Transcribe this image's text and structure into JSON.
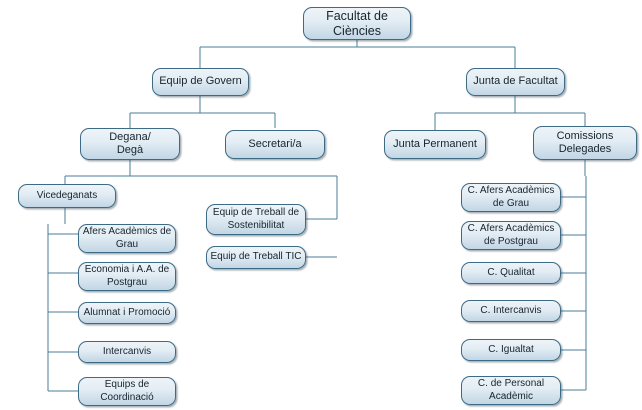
{
  "diagram": {
    "title": "Organigrama Facultat de Ciencies",
    "background_color": "#ffffff",
    "node_border_color": "#3d6a84",
    "node_fill_top": "#eef4f8",
    "node_fill_bottom": "#c2d6e5",
    "connector_color": "#4a7c99",
    "text_color": "#16242e"
  },
  "nodes": {
    "root": {
      "label": "Facultat de Ciències"
    },
    "equip_govern": {
      "label": "Equip de Govern"
    },
    "junta_facultat": {
      "label": "Junta de Facultat"
    },
    "degana": {
      "label": "Degana/ Degà",
      "line1": "Degana/",
      "line2": "Degà"
    },
    "secretari": {
      "label": "Secretari/a"
    },
    "junta_permanent": {
      "label": "Junta Permanent"
    },
    "comissions_delegades": {
      "label": "Comissions Delegades",
      "line1": "Comissions",
      "line2": "Delegades"
    },
    "vicedeganats": {
      "label": "Vicedeganats"
    },
    "equip_sostenibilitat": {
      "label": "Equip de Treball de Sostenibilitat",
      "line1": "Equip de Treball de",
      "line2": "Sostenibilitat"
    },
    "equip_tic": {
      "label": "Equip de Treball TIC"
    }
  },
  "vicedeganats_items": [
    {
      "label": "Afers Acadèmics de Grau",
      "line1": "Afers Acadèmics de",
      "line2": "Grau"
    },
    {
      "label": "Economia i A.A. de Postgrau",
      "line1": "Economia i A.A. de",
      "line2": "Postgrau"
    },
    {
      "label": "Alumnat i Promoció",
      "line1": "Alumnat i Promoció",
      "line2": ""
    },
    {
      "label": "Intercanvis",
      "line1": "Intercanvis",
      "line2": ""
    },
    {
      "label": "Equips de Coordinació",
      "line1": "Equips de",
      "line2": "Coordinació"
    }
  ],
  "comissions_items": [
    {
      "label": "C. Afers Acadèmics de Grau",
      "line1": "C. Afers Acadèmics",
      "line2": "de Grau"
    },
    {
      "label": "C. Afers Acadèmics de Postgrau",
      "line1": "C. Afers Acadèmics",
      "line2": "de Postgrau"
    },
    {
      "label": "C. Qualitat",
      "line1": "C. Qualitat",
      "line2": ""
    },
    {
      "label": "C. Intercanvis",
      "line1": "C. Intercanvis",
      "line2": ""
    },
    {
      "label": "C. Igualtat",
      "line1": "C. Igualtat",
      "line2": ""
    },
    {
      "label": "C. de Personal Acadèmic",
      "line1": "C. de Personal",
      "line2": "Acadèmic"
    }
  ]
}
